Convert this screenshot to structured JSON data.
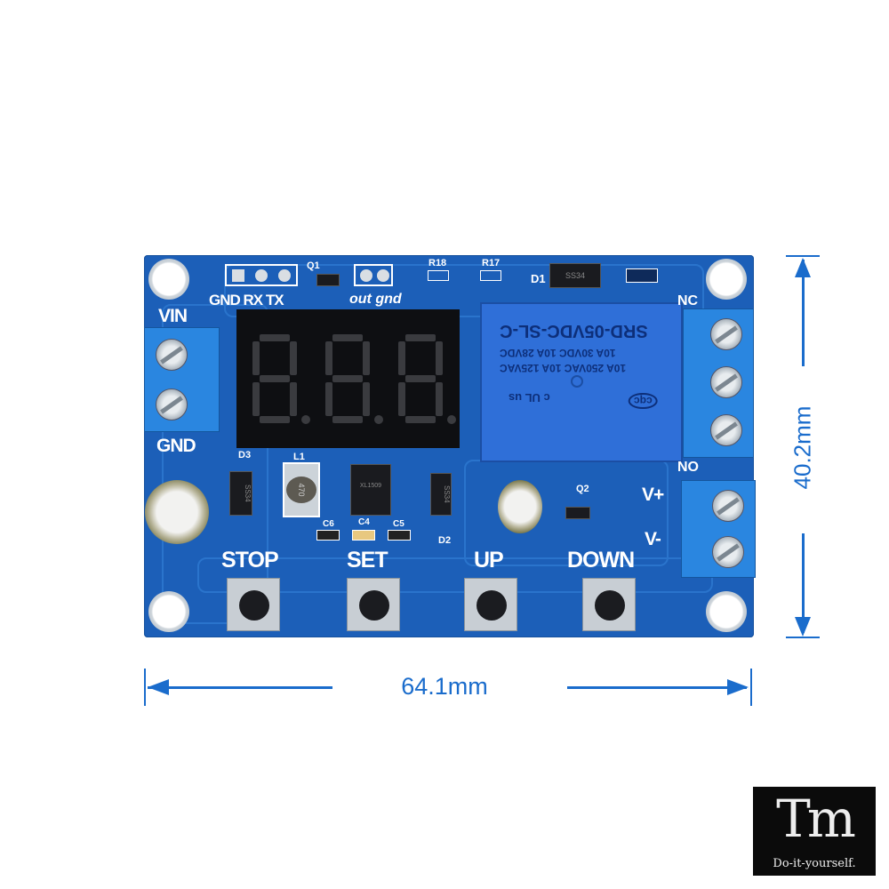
{
  "board": {
    "header_labels": [
      "GND",
      "RX",
      "TX"
    ],
    "q1": "Q1",
    "out_label": "out",
    "gnd_small_label": "gnd",
    "r18": "R18",
    "r17": "R17",
    "d1": "D1",
    "d1_marking": "SS34",
    "vin_label": "VIN",
    "gnd_label": "GND",
    "nc_label": "NC",
    "no_label": "NO",
    "vplus_label": "V+",
    "vminus_label": "V-",
    "d3": "D3",
    "d3_marking": "SS34",
    "l1": "L1",
    "l1_marking": "470",
    "chip_marking": "XL1509",
    "d2": "D2",
    "d2_marking": "SS34",
    "c6": "C6",
    "c4": "C4",
    "c5": "C5",
    "q2": "Q2",
    "relay": {
      "model": "SRD-05VDC-SL-C",
      "line1": "10A 250VAC   10A 125VAC",
      "line2": "10A 30VDC   10A 28VDC",
      "cert": "cqc",
      "ul": "c UL us"
    },
    "buttons": [
      "STOP",
      "SET",
      "UP",
      "DOWN"
    ]
  },
  "dimensions": {
    "height": "40.2mm",
    "width": "64.1mm",
    "color": "#1a6ccc"
  },
  "logo": {
    "mark": "Tm",
    "tagline": "Do-it-yourself."
  }
}
